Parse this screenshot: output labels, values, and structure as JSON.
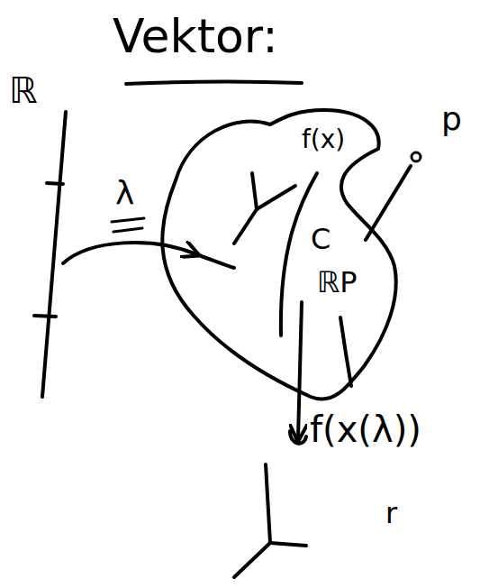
{
  "diagram": {
    "title": "Vektor:",
    "nodes": [
      {
        "text": [
          "f(x)",
          "C",
          "ℝP"
        ]
      }
    ],
    "labels": [
      "ℝ",
      "λ",
      "p",
      "f(x(λ))",
      "r"
    ]
  }
}
